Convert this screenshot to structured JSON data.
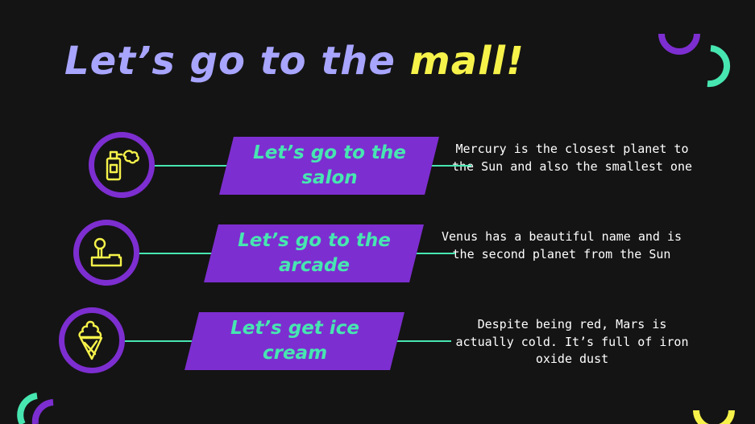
{
  "slide": {
    "title_part1": "Let’s go to the ",
    "title_part2": "mall!",
    "colors": {
      "background": "#141414",
      "title": "#a8a5ff",
      "title_accent": "#f6f24a",
      "purple": "#7d2ed0",
      "mint": "#47e6b1",
      "yellow": "#f6f24a",
      "text": "#ffffff"
    },
    "items": [
      {
        "icon": "perfume-spray-icon",
        "label": "Let’s go to the salon",
        "description": "Mercury is the closest planet to the Sun and also the smallest one"
      },
      {
        "icon": "joystick-icon",
        "label": "Let’s go to the arcade",
        "description": "Venus has a beautiful name and is the second planet from the Sun"
      },
      {
        "icon": "ice-cream-icon",
        "label": "Let’s get ice cream",
        "description": "Despite being red, Mars is actually cold. It’s full of iron oxide dust"
      }
    ]
  }
}
